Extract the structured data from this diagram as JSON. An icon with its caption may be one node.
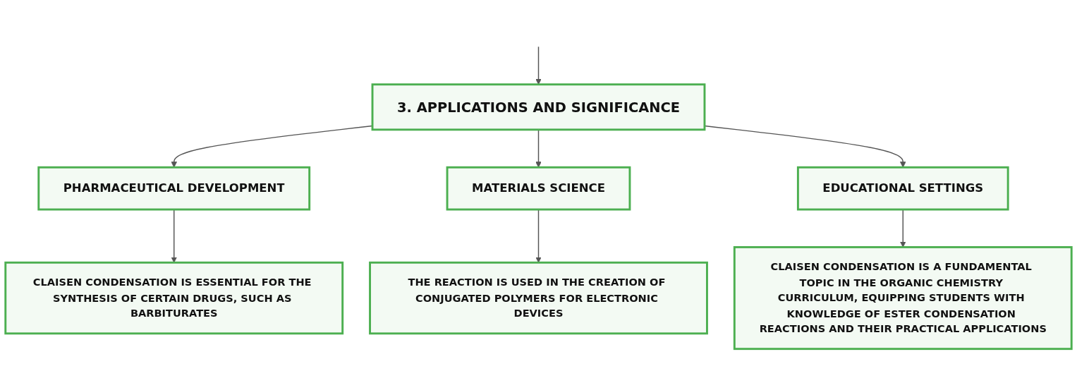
{
  "diagram": {
    "nodes": [
      {
        "text": [
          "3. APPLICATIONS AND SIGNIFICANCE"
        ]
      },
      {
        "text": [
          "PHARMACEUTICAL DEVELOPMENT"
        ]
      },
      {
        "text": [
          "MATERIALS SCIENCE"
        ]
      },
      {
        "text": [
          "EDUCATIONAL SETTINGS"
        ]
      },
      {
        "text": [
          "CLAISEN CONDENSATION IS ESSENTIAL FOR THE SYNTHESIS OF CERTAIN DRUGS, SUCH AS BARBITURATES"
        ]
      },
      {
        "text": [
          "THE REACTION IS USED IN THE CREATION OF CONJUGATED POLYMERS FOR ELECTRONIC DEVICES"
        ]
      },
      {
        "text": [
          "CLAISEN CONDENSATION IS A FUNDAMENTAL TOPIC IN THE ORGANIC CHEMISTRY CURRICULUM, EQUIPPING STUDENTS WITH KNOWLEDGE OF ESTER CONDENSATION REACTIONS AND THEIR PRACTICAL APPLICATIONS"
        ]
      }
    ],
    "edges": [
      {
        "from": null,
        "to": 0,
        "arrow": "to"
      },
      {
        "from": 0,
        "to": 1,
        "arrow": "to"
      },
      {
        "from": 0,
        "to": 2,
        "arrow": "to"
      },
      {
        "from": 0,
        "to": 3,
        "arrow": "to"
      },
      {
        "from": 1,
        "to": 4,
        "arrow": "to"
      },
      {
        "from": 2,
        "to": 5,
        "arrow": "to"
      },
      {
        "from": 3,
        "to": 6,
        "arrow": "to"
      }
    ]
  }
}
